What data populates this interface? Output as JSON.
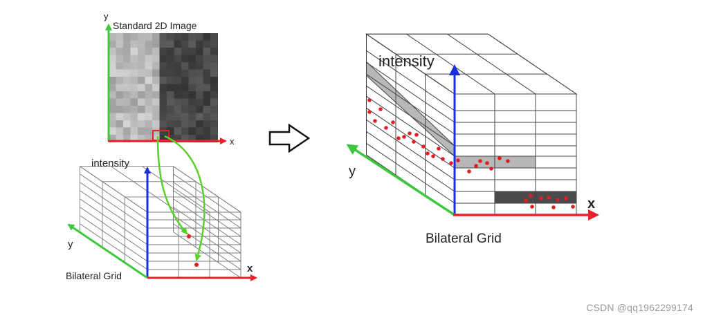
{
  "left_image": {
    "title": "Standard 2D Image",
    "axis_x": "x",
    "axis_y": "y"
  },
  "small_grid": {
    "axis_intensity": "intensity",
    "axis_x": "x",
    "axis_y": "y",
    "caption": "Bilateral Grid"
  },
  "large_grid": {
    "axis_intensity": "intensity",
    "axis_x": "x",
    "axis_y": "y",
    "caption": "Bilateral Grid"
  },
  "colors": {
    "x_axis": "#e8202a",
    "y_axis": "#3cc83c",
    "intensity_axis": "#1a2ee0",
    "points": "#e02020",
    "mapping_arrows": "#5ad02a"
  },
  "watermark": "CSDN @qq1962299174"
}
